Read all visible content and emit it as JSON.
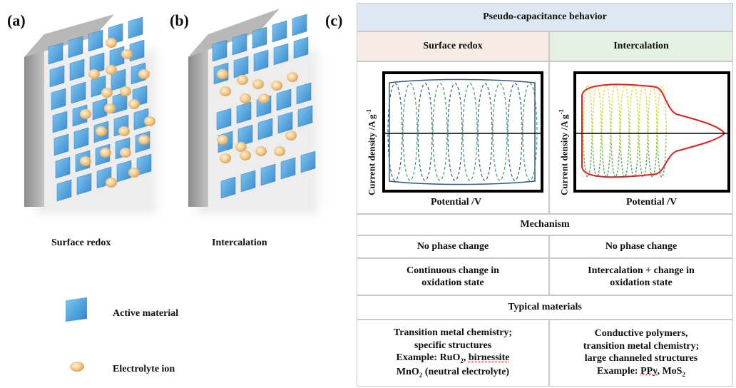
{
  "panels": {
    "a": "(a)",
    "b": "(b)",
    "c": "(c)"
  },
  "captions": {
    "surface_redox": "Surface redox",
    "intercalation": "Intercalation"
  },
  "legend": {
    "active_material": "Active material",
    "electrolyte_ion": "Electrolyte ion"
  },
  "table": {
    "header": "Pseudo-capacitance behavior",
    "col_left": "Surface redox",
    "col_right": "Intercalation",
    "ylabel_left": "Current density /A g",
    "ylabel_right": "Current density /A g",
    "ylabel_sup": "-1",
    "xlabel_left": "Potential /V",
    "xlabel_right": "Potential /V",
    "mechanism": "Mechanism",
    "phase_left": "No phase change",
    "phase_right": "No phase change",
    "ox_left_1": "Continuous change in",
    "ox_left_2": "oxidation state",
    "ox_right_1": "Intercalation + change in",
    "ox_right_2": "oxidation state",
    "typical": "Typical materials",
    "mat_left_1": "Transition metal chemistry;",
    "mat_left_2": "specific structures",
    "mat_left_3a": "Example: RuO",
    "mat_left_3b": "2",
    "mat_left_3c": ", ",
    "mat_left_3d": "birnessite",
    "mat_left_4a": "MnO",
    "mat_left_4b": "2",
    "mat_left_4c": " (neutral electrolyte)",
    "mat_right_1": "Conductive polymers,",
    "mat_right_2": "transition metal chemistry;",
    "mat_right_3": "large channeled structures",
    "mat_right_4a": "Example: ",
    "mat_right_4b": "PPy",
    "mat_right_4c": ", MoS",
    "mat_right_4d": "2"
  },
  "colors": {
    "header_bg": "#dde8f3",
    "left_head_bg": "#f6ece4",
    "right_head_bg": "#e3f2e3",
    "material_blue": "#4aa3e0",
    "ion_orange": "#f4c98a",
    "wall_gray": "#a8a8a8",
    "cv_blue": "#2d5a8a",
    "cv_green": "#3aa05a",
    "cv_red": "#e02020",
    "cv_yellow": "#e8e020"
  }
}
